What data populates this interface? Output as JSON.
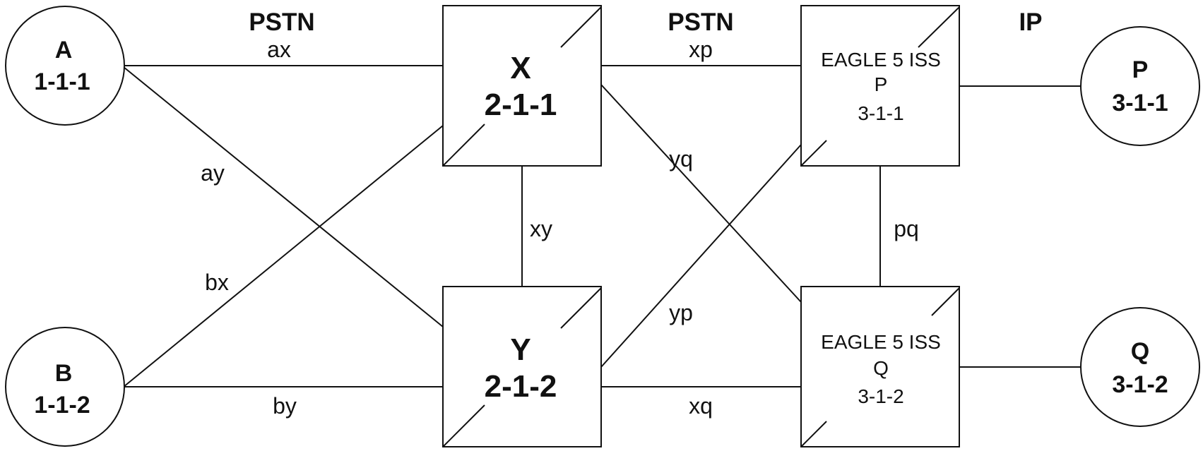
{
  "headers": {
    "pstn_left": "PSTN",
    "pstn_right": "PSTN",
    "ip": "IP"
  },
  "nodes": {
    "A": {
      "name": "A",
      "code": "1-1-1"
    },
    "B": {
      "name": "B",
      "code": "1-1-2"
    },
    "X": {
      "name": "X",
      "code": "2-1-1"
    },
    "Y": {
      "name": "Y",
      "code": "2-1-2"
    },
    "EP": {
      "line1": "EAGLE 5 ISS",
      "name": "P",
      "code": "3-1-1"
    },
    "EQ": {
      "line1": "EAGLE 5 ISS",
      "name": "Q",
      "code": "3-1-2"
    },
    "P": {
      "name": "P",
      "code": "3-1-1"
    },
    "Q": {
      "name": "Q",
      "code": "3-1-2"
    }
  },
  "links": {
    "ax": "ax",
    "ay": "ay",
    "bx": "bx",
    "by": "by",
    "xy": "xy",
    "xp": "xp",
    "yq": "yq",
    "yp": "yp",
    "xq": "xq",
    "pq": "pq"
  },
  "colors": {
    "stroke": "#111111",
    "background": "#ffffff"
  }
}
